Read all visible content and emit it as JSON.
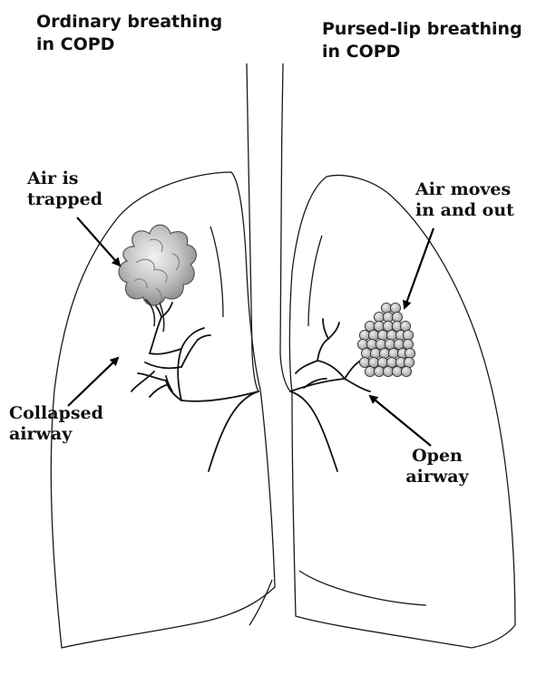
{
  "titles": {
    "left": {
      "line1": "Ordinary breathing",
      "line2": "in COPD"
    },
    "right": {
      "line1": "Pursed-lip breathing",
      "line2": "in COPD"
    }
  },
  "labels": {
    "trapped": {
      "line1": "Air is",
      "line2": "trapped"
    },
    "moves": {
      "line1": "Air moves",
      "line2": "in and out"
    },
    "collapsed": {
      "line1": "Collapsed",
      "line2": "airway"
    },
    "open": {
      "line1": "Open",
      "line2": "airway"
    }
  },
  "colors": {
    "outline": "#1a1a1a",
    "alveoli_trapped": "#b8b8b8",
    "alveoli_open": "#c8c8c8"
  }
}
